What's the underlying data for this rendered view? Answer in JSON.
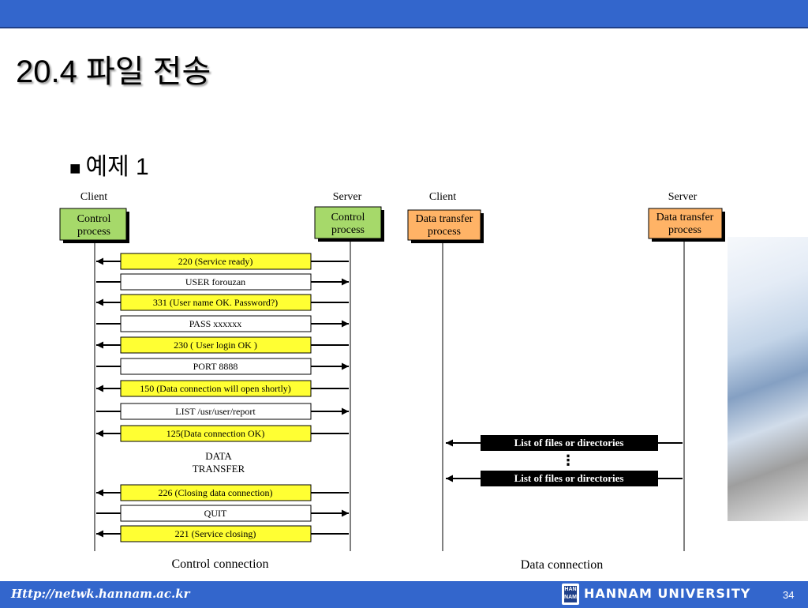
{
  "slide": {
    "title": "20.4 파일 전송",
    "bullet_symbol": "■",
    "bullet_text": "예제 1"
  },
  "diagram": {
    "control": {
      "client_label": "Client",
      "server_label": "Server",
      "client_box": [
        "Control",
        "process"
      ],
      "server_box": [
        "Control",
        "process"
      ],
      "caption": "Control connection",
      "data_transfer_label": [
        "DATA",
        "TRANSFER"
      ],
      "messages": [
        {
          "text": "220  (Service ready)",
          "dir": "to-client",
          "color": "yellow"
        },
        {
          "text": "USER    forouzan",
          "dir": "to-server",
          "color": "white"
        },
        {
          "text": "331 (User name OK. Password?)",
          "dir": "to-client",
          "color": "yellow"
        },
        {
          "text": "PASS  xxxxxx",
          "dir": "to-server",
          "color": "white"
        },
        {
          "text": "230 ( User login OK    )",
          "dir": "to-client",
          "color": "yellow"
        },
        {
          "text": "PORT 8888",
          "dir": "to-server",
          "color": "white"
        },
        {
          "text": "150 (Data connection will open shortly)",
          "dir": "to-client",
          "color": "yellow"
        },
        {
          "text": "LIST /usr/user/report",
          "dir": "to-server",
          "color": "white"
        },
        {
          "text": "125(Data connection OK)",
          "dir": "to-client",
          "color": "yellow"
        },
        {
          "text": "226 (Closing data  connection)",
          "dir": "to-client",
          "color": "yellow"
        },
        {
          "text": "QUIT",
          "dir": "to-server",
          "color": "white"
        },
        {
          "text": "221 (Service closing)",
          "dir": "to-client",
          "color": "yellow"
        }
      ]
    },
    "data": {
      "client_label": "Client",
      "server_label": "Server",
      "client_box": [
        "Data transfer",
        "process"
      ],
      "server_box": [
        "Data transfer",
        "process"
      ],
      "caption": "Data connection",
      "ellipsis": "⋮",
      "messages": [
        {
          "text": "List of files or directories",
          "dir": "to-client"
        },
        {
          "text": "List of files or directories",
          "dir": "to-client"
        }
      ]
    },
    "colors": {
      "control_box": "#a6d96a",
      "data_box": "#ffb366",
      "yellow_msg": "#ffff33",
      "white_msg": "#ffffff",
      "data_msg": "#000000"
    }
  },
  "footer": {
    "url": "Http://netwk.hannam.ac.kr",
    "logo_text": "HAN NAM",
    "university": "HANNAM  UNIVERSITY",
    "page": "34"
  }
}
